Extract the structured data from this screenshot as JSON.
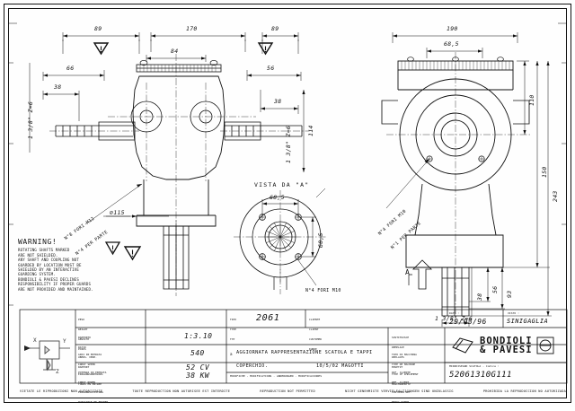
{
  "drawing": {
    "title_annotations": {
      "vista_label": "VISTA DA \"A\"",
      "view_arrow_letter": "A"
    },
    "warning": {
      "heading": "WARNING!",
      "lines": [
        "ROTATING SHAFTS MARKED",
        "ARE NOT SHIELDED.",
        "ANY SHAFT AND COUPLING NOT",
        "GUARDED BY LOCATION MUST BE",
        "SHIELDED BY AN INTERACTIVE",
        "GUARDING SYSTEM.",
        "BONDIOLI & PAVESI DECLINES",
        "RESPONSIBILITY IF PROPER GUARDS",
        "ARE NOT PROVIDED AND MAINTAINED."
      ]
    },
    "notes": [
      {
        "id": "holes-front",
        "text_line1": "N°8 FORI M12",
        "text_line2": "N°4 PER PARTE"
      },
      {
        "id": "holes-side",
        "text_line1": "N°4 FORI M10",
        "text_line2": "N°1 PER PARTE"
      },
      {
        "id": "holes-flange",
        "text_line1": "N°4 FORI M10",
        "text_line2": ""
      }
    ],
    "dimensions": {
      "front_view": {
        "top_left_span": "89",
        "top_center_span": "170",
        "top_right_span": "89",
        "inner_width": "84",
        "left_66": "66",
        "left_38": "38",
        "right_56": "56",
        "right_38": "38",
        "height_114": "114",
        "diameter": "⌀115",
        "shaft_left": "1 3/8\" Z=6",
        "shaft_right": "1 3/8\" Z=6"
      },
      "side_view": {
        "overall_width": "190",
        "bolt_span": "68,5",
        "height_110": "110",
        "height_150": "150",
        "height_243": "243",
        "height_93": "93",
        "dim_56": "56",
        "dim_38": "38",
        "shaft_bottom": "1 3/8\" Z=6"
      },
      "flange_view": {
        "bolt_circle_h": "68,5",
        "bolt_circle_v": "68,5"
      }
    }
  },
  "title_block": {
    "row_weight": {
      "labels": [
        "PESO",
        "WEIGHT",
        "GEWICHT",
        "POIDS"
      ],
      "value": ""
    },
    "row_ratio": {
      "labels": [
        "RAPPORTO",
        "RATIO",
        "UBERS. VERH.",
        "RAPPORT"
      ],
      "value": "1:3.10"
    },
    "row_input_speed": {
      "labels": [
        "GIRI IN ENTRATA",
        "INPUT SPEED",
        "EINGANGSDREHZAHL",
        "TOURS EN ENTREE"
      ],
      "value": "540"
    },
    "row_input_power": {
      "labels": [
        "POTENZA IN ENTRATA",
        "INPUT POWER",
        "EINGANGSLEISTUNG",
        "PUISSANCE EN ENTREE"
      ],
      "value_cv": "52 CV",
      "value_kw": "38 KW"
    },
    "type": {
      "labels": [
        "TIPO",
        "TYPE",
        "TYP"
      ],
      "value": "2061"
    },
    "client": {
      "labels": [
        "CLIENTE",
        "CLIENT",
        "CUSTOMER",
        "KUNDE"
      ],
      "value": ""
    },
    "replaces": {
      "labels": [
        "SOSTITUISCE",
        "REMPLACE",
        "REPLACES",
        "ERSETZT"
      ],
      "value": ""
    },
    "machine_type": {
      "labels": [
        "TIPO DI MACCHINA",
        "TYPE DE MACHINE",
        "TYPE OF IMPLEMENT",
        "MASCHINENTYP"
      ],
      "value": ""
    },
    "customer_ref": {
      "labels": [
        "RIF. CLIENTE",
        "REF. CLIENT",
        "CUSTOMER REF.",
        "BEZUG KUNDE"
      ],
      "value": ""
    },
    "modification": {
      "mark": "a",
      "text": "AGGIORNATA RAPPRESENTAZIONE SCATOLA E TAPPI",
      "second_line": "COPERCHIO.",
      "date_author": "10/5/02 MAGOTTI",
      "header": "MODIFICHE - MODIFICATIONS - ANDERUNGEN - MODIFICACIONES"
    },
    "date": {
      "label": "DATA :",
      "value": "29/03/96"
    },
    "checked": {
      "label": "VISTO :",
      "value": "SINIGAGLIA"
    },
    "company": {
      "name_line1": "BONDIOLI",
      "name_line2": "& PAVESI"
    },
    "code": {
      "label": "MINIDISEGNO SCATOLA - Codice :",
      "value": "52061310G111"
    }
  },
  "footer": {
    "notices": [
      "VIETATE LE RIPRODUZIONI NON AUTORIZZATE",
      "TOUTE REPRODUCTION NON AUTORISEE EST INTERDITE",
      "REPRODUCTION NOT PERMITTED",
      "NICHT GENEHMIGTE VERVIELFALTIGUNGEN SIND UNZULASSIG",
      "PROHIBIDA LA REPRODUCCION NO AUTORIZADA"
    ]
  },
  "colors": {
    "ink": "#111111",
    "paper": "#ffffff"
  }
}
